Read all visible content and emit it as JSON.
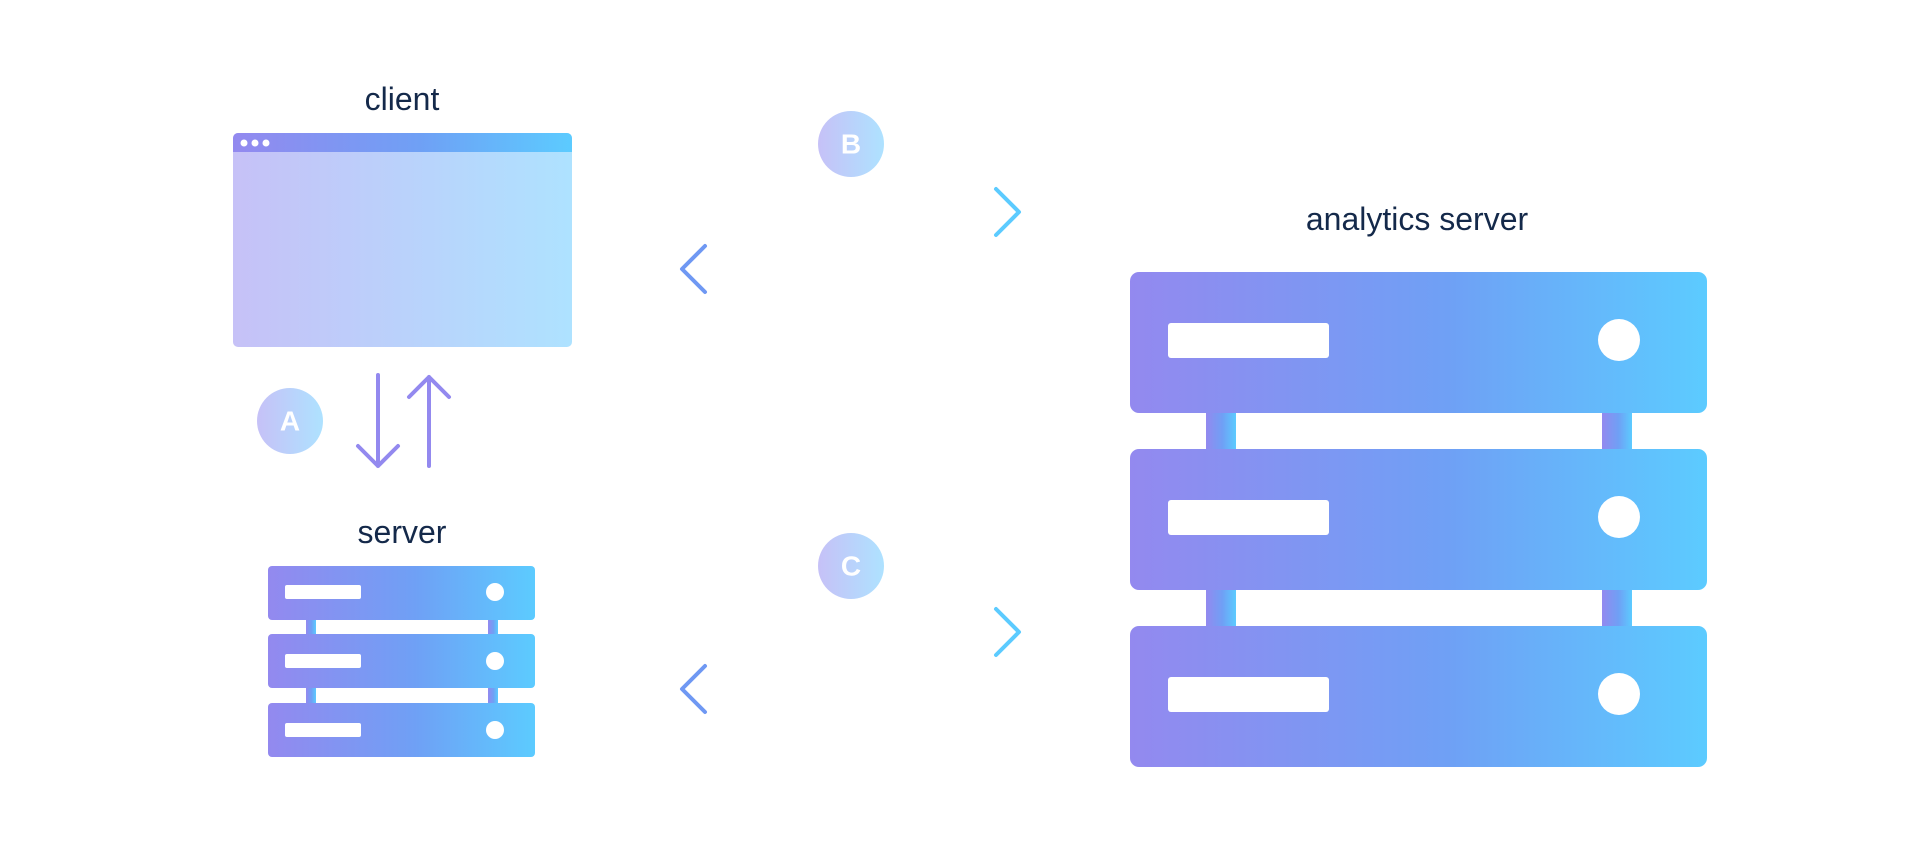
{
  "labels": {
    "client": "client",
    "server": "server",
    "analytics_server": "analytics server"
  },
  "badges": {
    "a": "A",
    "b": "B",
    "c": "C"
  },
  "colors": {
    "purple": "#9389ef",
    "blue": "#5ccbff",
    "text": "#14294a",
    "arrow_purple": "#9389ef"
  }
}
